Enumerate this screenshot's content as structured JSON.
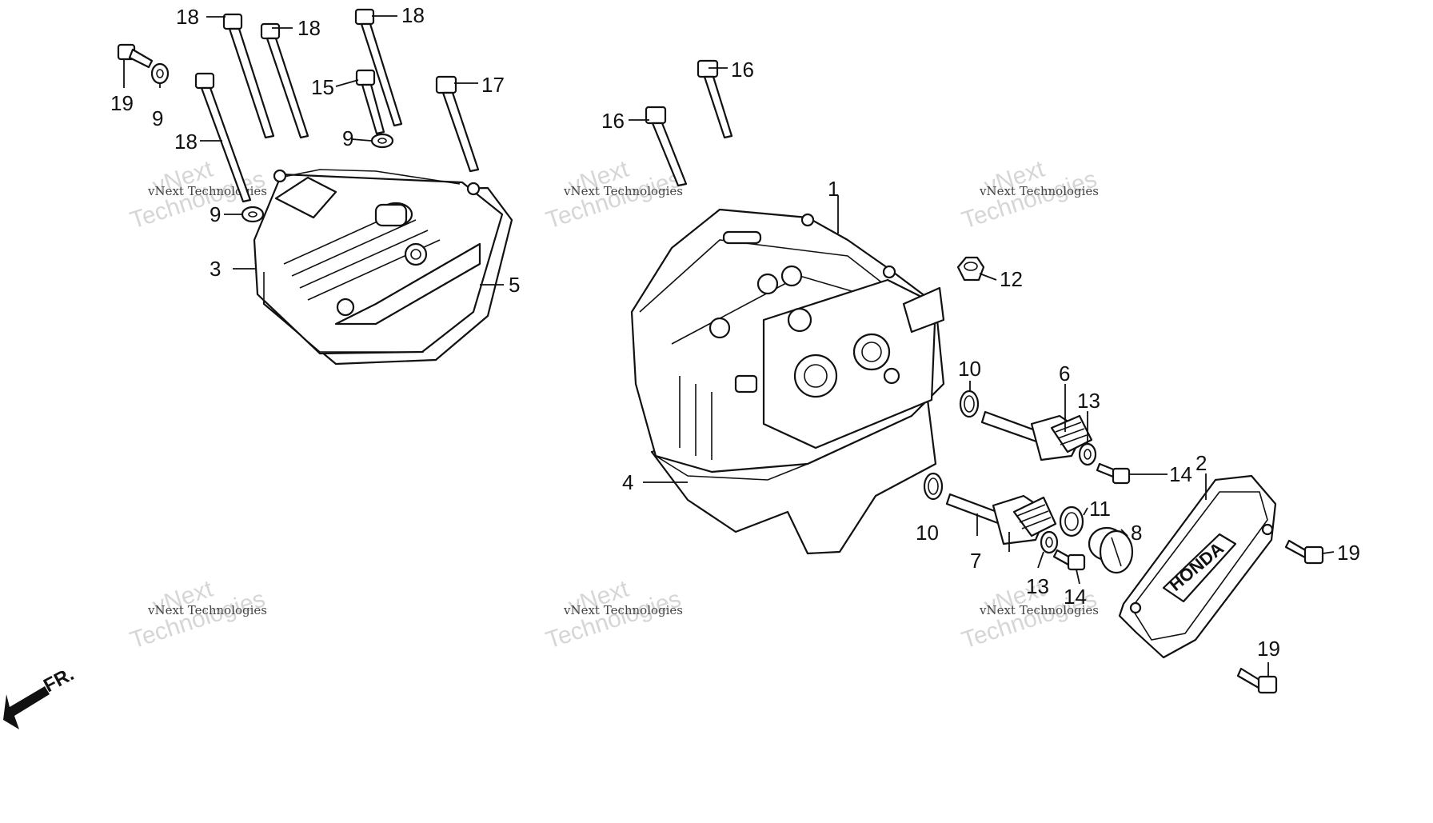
{
  "labels": [
    {
      "id": "l1",
      "text": "1"
    },
    {
      "id": "l2",
      "text": "2"
    },
    {
      "id": "l3",
      "text": "3"
    },
    {
      "id": "l4",
      "text": "4"
    },
    {
      "id": "l5",
      "text": "5"
    },
    {
      "id": "l6",
      "text": "6"
    },
    {
      "id": "l7",
      "text": "7"
    },
    {
      "id": "l8",
      "text": "8"
    },
    {
      "id": "l9a",
      "text": "9"
    },
    {
      "id": "l9b",
      "text": "9"
    },
    {
      "id": "l9c",
      "text": "9"
    },
    {
      "id": "l10a",
      "text": "10"
    },
    {
      "id": "l10b",
      "text": "10"
    },
    {
      "id": "l11",
      "text": "11"
    },
    {
      "id": "l12",
      "text": "12"
    },
    {
      "id": "l13a",
      "text": "13"
    },
    {
      "id": "l13b",
      "text": "13"
    },
    {
      "id": "l14a",
      "text": "14"
    },
    {
      "id": "l14b",
      "text": "14"
    },
    {
      "id": "l15",
      "text": "15"
    },
    {
      "id": "l16a",
      "text": "16"
    },
    {
      "id": "l16b",
      "text": "16"
    },
    {
      "id": "l17",
      "text": "17"
    },
    {
      "id": "l18a",
      "text": "18"
    },
    {
      "id": "l18b",
      "text": "18"
    },
    {
      "id": "l18c",
      "text": "18"
    },
    {
      "id": "l18d",
      "text": "18"
    },
    {
      "id": "l19a",
      "text": "19"
    },
    {
      "id": "l19b",
      "text": "19"
    },
    {
      "id": "l19c",
      "text": "19"
    }
  ],
  "direction_arrow": {
    "text": "FR."
  },
  "cover_brand": "HONDA",
  "watermark": {
    "line1": "vNext",
    "line2": "Technologies",
    "small": "vNext Technologies"
  }
}
